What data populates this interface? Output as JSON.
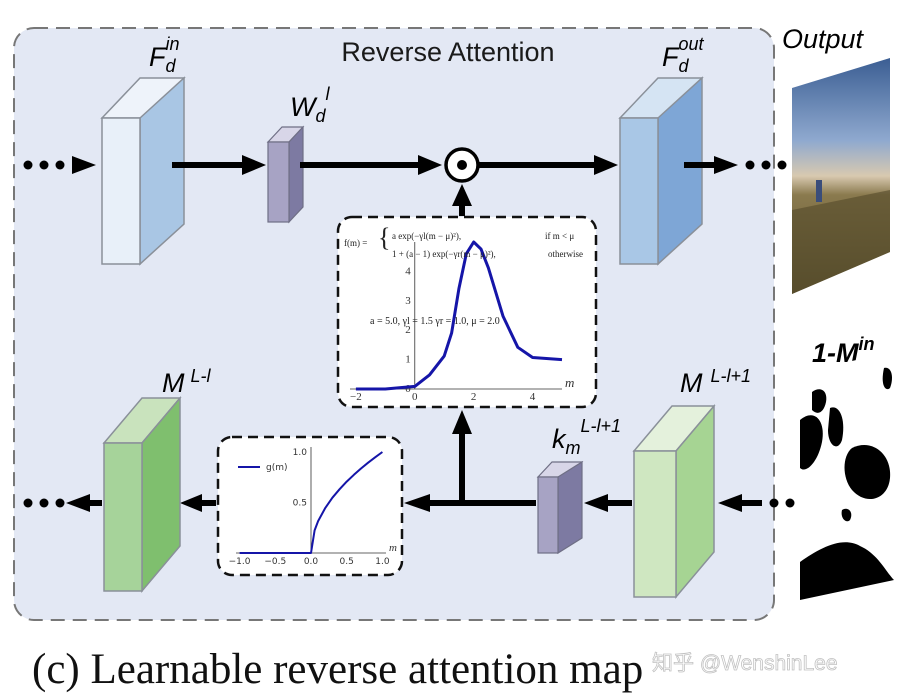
{
  "title": "Reverse Attention",
  "caption": "(c) Learnable reverse attention map",
  "watermark": "知乎 @WenshinLee",
  "labels": {
    "f_in": "F",
    "f_in_sub": "d",
    "f_in_sup": "in",
    "w": "W",
    "w_sub": "d",
    "w_sup": "l",
    "f_out": "F",
    "f_out_sub": "d",
    "f_out_sup": "out",
    "output": "Output",
    "m_left": "M",
    "m_left_sup": "L-l",
    "m_right": "M",
    "m_right_sup": "L-l+1",
    "k": "k",
    "k_sub": "m",
    "k_sup": "L-l+1",
    "mask": "1-M",
    "mask_sup": "in"
  },
  "formula": {
    "lhs": "f(m) = ",
    "case1": "a exp(−γl(m − μ)²),",
    "cond1": "if m < μ",
    "case2": "1 + (a − 1) exp(−γr(m − μ)²),",
    "cond2": "otherwise",
    "params": "a = 5.0, γl = 1.5    γr = 1.0, μ = 2.0"
  },
  "chart_data": [
    {
      "type": "line",
      "description_key": "f_plot",
      "x_tick_labels": [
        "−2",
        "0",
        "2",
        "4"
      ],
      "y_tick_labels": [
        "0",
        "1",
        "2",
        "3",
        "4"
      ],
      "xlabel": "m",
      "xlim": [
        -2.2,
        5
      ],
      "ylim": [
        0,
        5
      ],
      "params": {
        "a": 5.0,
        "gamma_l": 1.5,
        "gamma_r": 1.0,
        "mu": 2.0
      },
      "series": [
        {
          "color": "#1515a8",
          "x": [
            -2,
            -1,
            0,
            0.5,
            1,
            1.25,
            1.5,
            1.75,
            2,
            2.25,
            2.5,
            3,
            3.5,
            4,
            5
          ],
          "y": [
            0,
            0,
            0.09,
            0.48,
            1.12,
            1.9,
            3.41,
            4.6,
            5.0,
            4.76,
            4.12,
            2.47,
            1.42,
            1.07,
            1.0
          ]
        }
      ]
    },
    {
      "type": "line",
      "description_key": "g_plot",
      "x_tick_labels": [
        "−1.0",
        "−0.5",
        "0.0",
        "0.5",
        "1.0"
      ],
      "y_tick_labels": [
        "0.5",
        "1.0"
      ],
      "xlabel": "m",
      "xlim": [
        -1.05,
        1.05
      ],
      "ylim": [
        0,
        1.05
      ],
      "legend": "g(m)",
      "series": [
        {
          "name": "g(m)",
          "color": "#1515a8",
          "x": [
            -1.0,
            -0.5,
            0.0,
            0.05,
            0.1,
            0.2,
            0.3,
            0.4,
            0.5,
            0.6,
            0.7,
            0.8,
            0.9,
            1.0
          ],
          "y": [
            0,
            0,
            0,
            0.224,
            0.316,
            0.447,
            0.548,
            0.632,
            0.707,
            0.775,
            0.837,
            0.894,
            0.949,
            1.0
          ]
        }
      ]
    }
  ]
}
